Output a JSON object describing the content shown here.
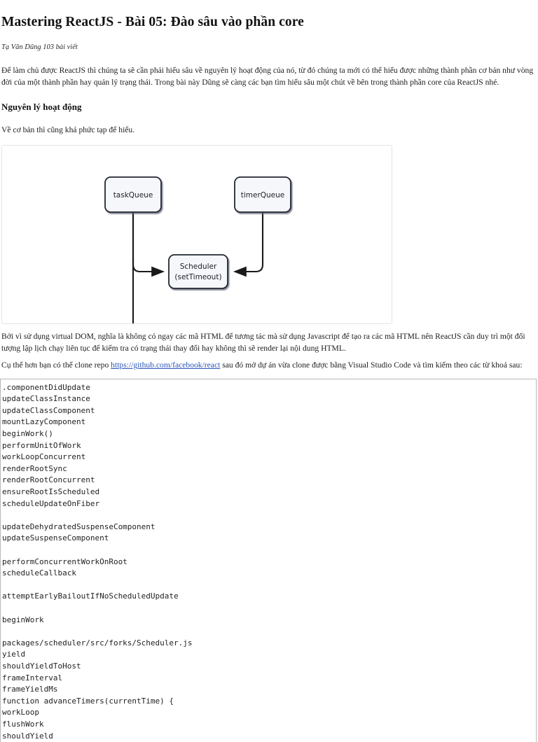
{
  "article": {
    "title": "Mastering ReactJS - Bài 05: Đào sâu vào phần core",
    "byline": "Tạ Văn Dũng 103 bài viết",
    "intro_paragraph": "Để làm chủ được ReactJS thì chúng ta sẽ cần phải hiểu sâu về nguyên lý hoạt động của nó, từ đó chúng ta mới có thể hiểu được những thành phần cơ bản như vòng đời của một thành phần hay quản lý trạng thái. Trong bài này Dũng sẽ càng các bạn tìm hiểu sâu một chút về bên trong thành phần core của ReactJS nhé.",
    "section_heading": "Nguyên lý hoạt động",
    "section_paragraph": "Về cơ bản thì cũng khá phức tạp để hiểu.",
    "after_diagram_paragraph": "Bởi vì sử dụng virtual DOM, nghĩa là không có ngay các mã HTML để tương tác mà sử dụng Javascript để tạo ra các mã HTML nên ReactJS cần duy trì một đối tượng lập lịch chạy liên tục để kiểm tra có trạng thái thay đổi hay không thì sẽ render lại nội dung HTML.",
    "repo_paragraph_before": "Cụ thể hơn bạn có thể clone repo ",
    "repo_link_text": "https://github.com/facebook/react",
    "repo_link_color": "#2a55b8",
    "repo_paragraph_after": " sau đó mở dự án vừa clone được bằng Visual Studio Code và tìm kiếm theo các từ khoá sau:"
  },
  "diagram": {
    "nodes": {
      "task_queue": "taskQueue",
      "timer_queue": "timerQueue",
      "scheduler_line1": "Scheduler",
      "scheduler_line2": "(setTimeout)"
    },
    "node_fill": "#f5f7fb",
    "node_stroke": "#232833",
    "arrow_color": "#1a1a1a",
    "card_border": "#e3e3e3"
  },
  "code_block": {
    "border_color": "#b8b8b8",
    "lines": [
      ".componentDidUpdate",
      "updateClassInstance",
      "updateClassComponent",
      "mountLazyComponent",
      "beginWork()",
      "performUnitOfWork",
      "workLoopConcurrent",
      "renderRootSync",
      "renderRootConcurrent",
      "ensureRootIsScheduled",
      "scheduleUpdateOnFiber",
      "",
      "updateDehydratedSuspenseComponent",
      "updateSuspenseComponent",
      "",
      "performConcurrentWorkOnRoot",
      "scheduleCallback",
      "",
      "attemptEarlyBailoutIfNoScheduledUpdate",
      "",
      "beginWork",
      "",
      "packages/scheduler/src/forks/Scheduler.js",
      "yield",
      "shouldYieldToHost",
      "frameInterval",
      "frameYieldMs",
      "function advanceTimers(currentTime) {",
      "workLoop",
      "flushWork",
      "shouldYield"
    ]
  }
}
